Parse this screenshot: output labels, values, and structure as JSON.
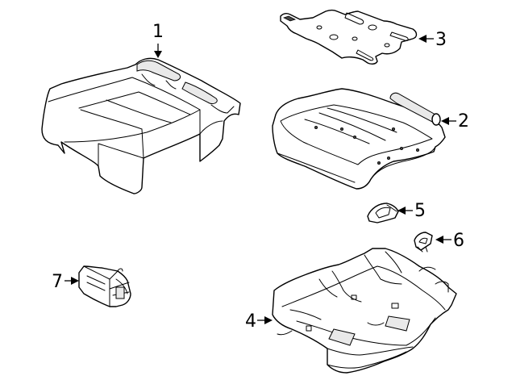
{
  "callouts": [
    {
      "id": "cushion-pad",
      "label": "1"
    },
    {
      "id": "cushion-frame",
      "label": "2"
    },
    {
      "id": "mounting-plate",
      "label": "3"
    },
    {
      "id": "seat-base",
      "label": "4"
    },
    {
      "id": "trim-cap-5",
      "label": "5"
    },
    {
      "id": "trim-cap-6",
      "label": "6"
    },
    {
      "id": "motor-bracket",
      "label": "7"
    }
  ]
}
